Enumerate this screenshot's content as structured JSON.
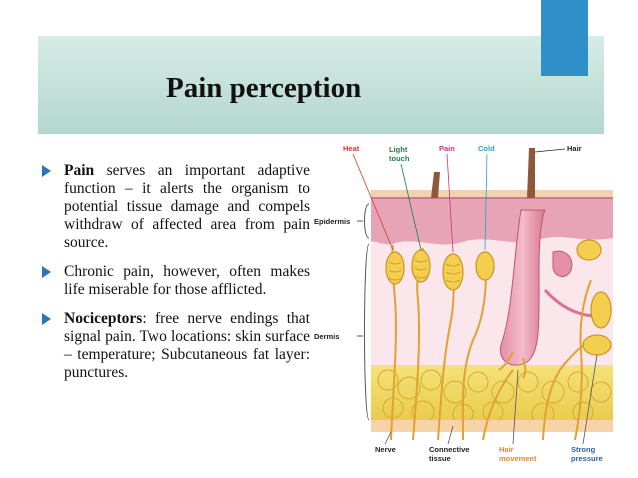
{
  "slide": {
    "title": "Pain perception",
    "accent_color": "#2e8fc9",
    "bullet_color": "#2e75b6"
  },
  "bullets": [
    {
      "keyword": "Pain",
      "text": " serves an important adaptive function – it alerts the organism to potential tissue damage and compels withdraw of affected area from pain source."
    },
    {
      "keyword": "",
      "text": "Chronic pain, however, often makes life miserable for those afflicted."
    },
    {
      "keyword": "Nociceptors",
      "text": ": free nerve endings that signal pain. Two locations: skin surface – temperature; Subcutaneous fat layer: punctures."
    }
  ],
  "figure": {
    "labels": {
      "heat": "Heat",
      "light_touch_1": "Light",
      "light_touch_2": "touch",
      "pain": "Pain",
      "cold": "Cold",
      "hair": "Hair",
      "epidermis": "Epidermis",
      "dermis": "Dermis",
      "nerve": "Nerve",
      "connective_1": "Connective",
      "connective_2": "tissue",
      "hair_movement_1": "Hair",
      "hair_movement_2": "movement",
      "strong_pressure_1": "Strong",
      "strong_pressure_2": "pressure"
    }
  }
}
